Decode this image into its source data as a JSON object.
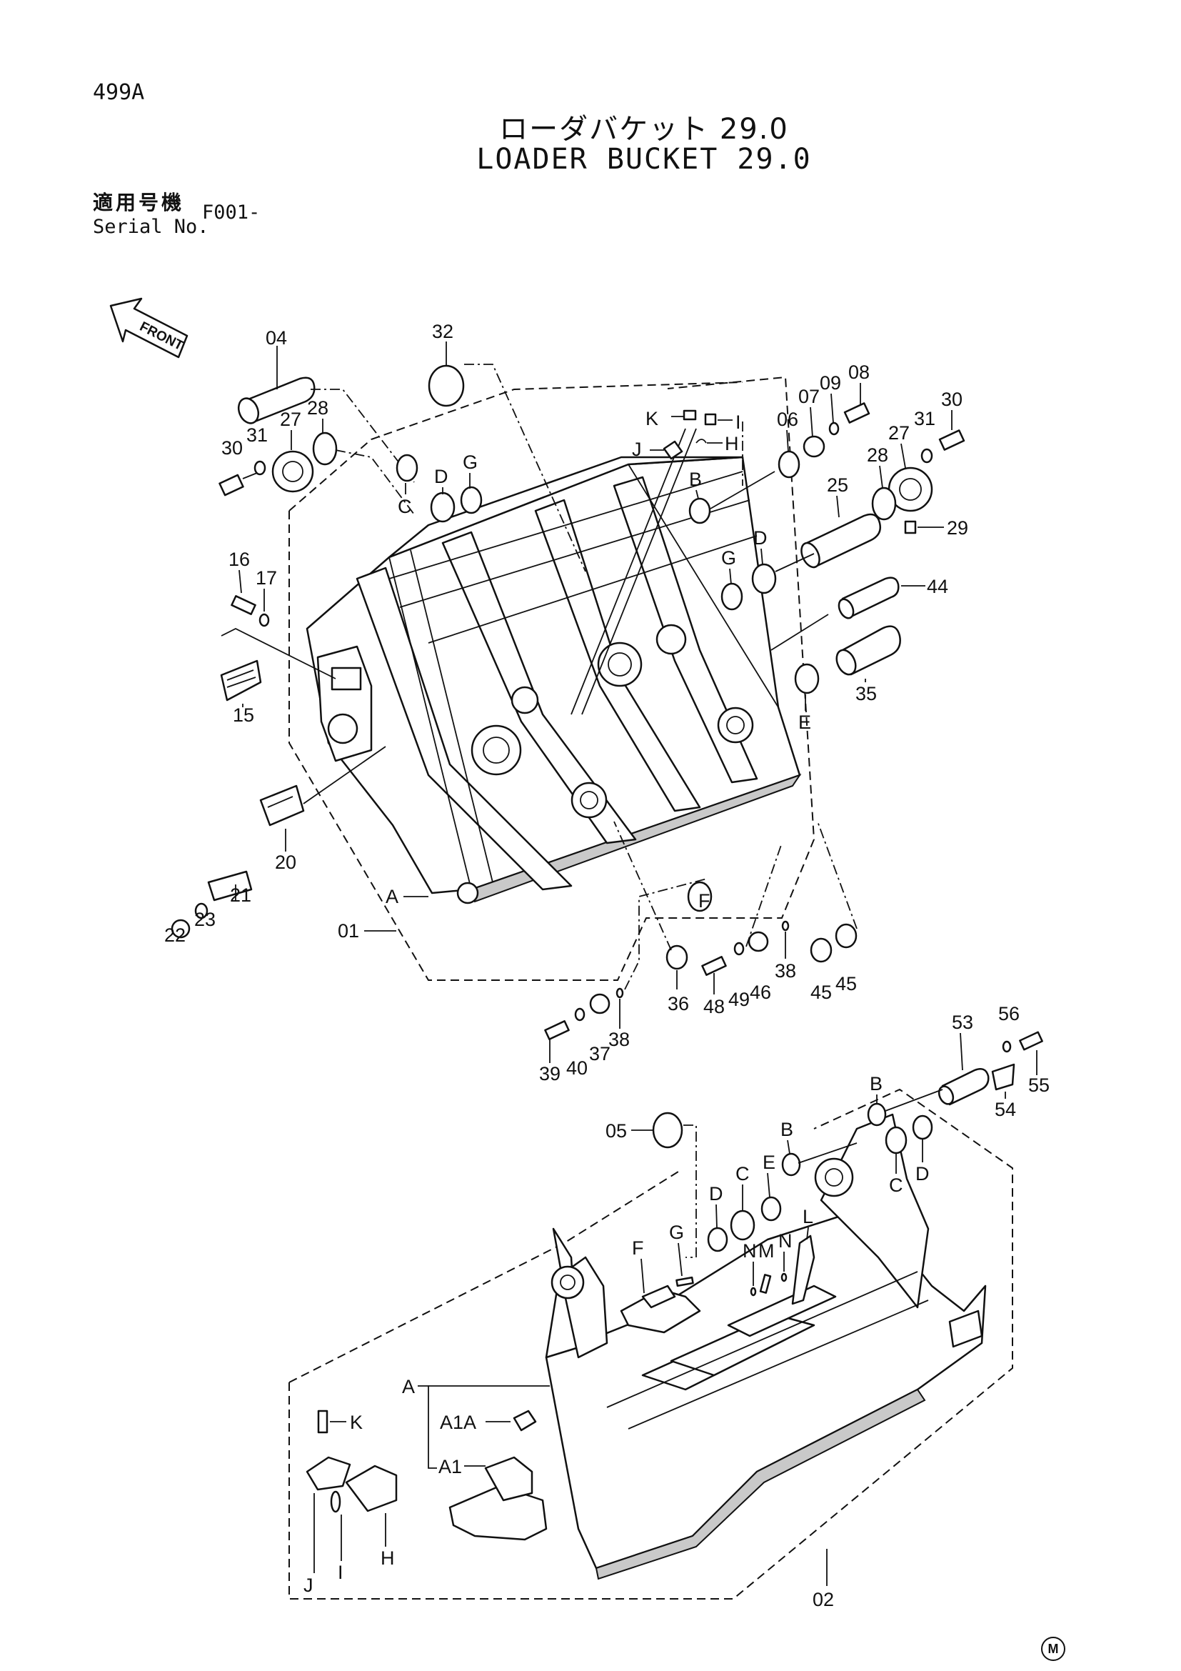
{
  "header": {
    "page_code": "499A",
    "title_jp": "ローダバケット 29.0",
    "title_en": "LOADER BUCKET 29.0",
    "serial_label_jp": "適用号機",
    "serial_label_en": "Serial No.",
    "serial_value": "F001-"
  },
  "front_arrow_label": "FRONT",
  "footer_mark": "M",
  "callouts": {
    "c04": "04",
    "c32": "32",
    "c08": "08",
    "c09": "09",
    "c07": "07",
    "c06": "06",
    "c30a": "30",
    "c31a": "31",
    "c27a": "27",
    "c28a": "28",
    "c30b": "30",
    "c31b": "31",
    "c27b": "27",
    "c28b": "28",
    "cK1": "K",
    "cI1": "I",
    "cJ1": "J",
    "cH1": "H",
    "cB1": "B",
    "cC1": "C",
    "cD1": "D",
    "cG1": "G",
    "c25": "25",
    "c29": "29",
    "cG2": "G",
    "cD2": "D",
    "c44": "44",
    "c16": "16",
    "c17": "17",
    "c15": "15",
    "c35": "35",
    "cE1": "E",
    "cA1": "A",
    "c20": "20",
    "c21": "21",
    "c22": "22",
    "c23": "23",
    "cF1": "F",
    "c01": "01",
    "c36": "36",
    "c48": "48",
    "c49": "49",
    "c46": "46",
    "c38a": "38",
    "c45a": "45",
    "c45b": "45",
    "c39": "39",
    "c40": "40",
    "c37": "37",
    "c38b": "38",
    "c53": "53",
    "c56": "56",
    "c55": "55",
    "c54": "54",
    "c05": "05",
    "cB2": "B",
    "cB3": "B",
    "cC2": "C",
    "cE2": "E",
    "cC3": "C",
    "cD3": "D",
    "cD4": "D",
    "cF2": "F",
    "cG3": "G",
    "cL": "L",
    "cN1": "N",
    "cM": "M",
    "cN2": "N",
    "cA2": "A",
    "cA1A": "A1A",
    "cA1b": "A1",
    "cK2": "K",
    "cJ2": "J",
    "cI2": "I",
    "cH2": "H",
    "c02": "02"
  }
}
